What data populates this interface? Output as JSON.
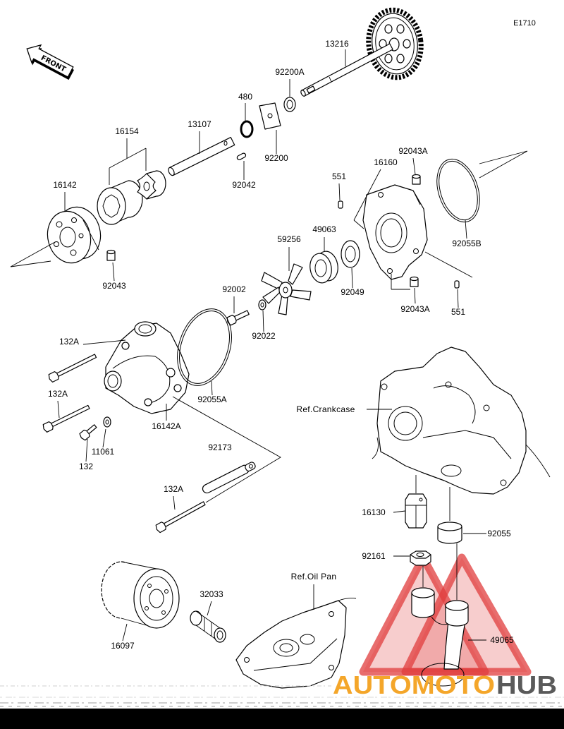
{
  "diagram_code": "E1710",
  "front_label": "FRONT",
  "callouts": [
    "13216",
    "92200A",
    "480",
    "16154",
    "13107",
    "92200",
    "92042",
    "16142",
    "92043",
    "59256",
    "49063",
    "92002",
    "92022",
    "92049",
    "551",
    "16160",
    "92043A",
    "92055B",
    "92043A",
    "551",
    "132A",
    "132A",
    "92055A",
    "16142A",
    "11061",
    "132",
    "92173",
    "132A",
    "16130",
    "92055",
    "92161",
    "49065",
    "32033",
    "16097"
  ],
  "references": {
    "crankcase": "Ref.Crankcase",
    "oil_pan": "Ref.Oil Pan"
  },
  "watermark": {
    "brand_orange": "AUTOMOTO",
    "brand_gray": "HUB"
  },
  "colors": {
    "line": "#000000",
    "watermark_orange": "#f4a62a",
    "watermark_gray": "#5a5a5a",
    "logo_red": "#e03c3c",
    "footer_bar": "#000000"
  }
}
